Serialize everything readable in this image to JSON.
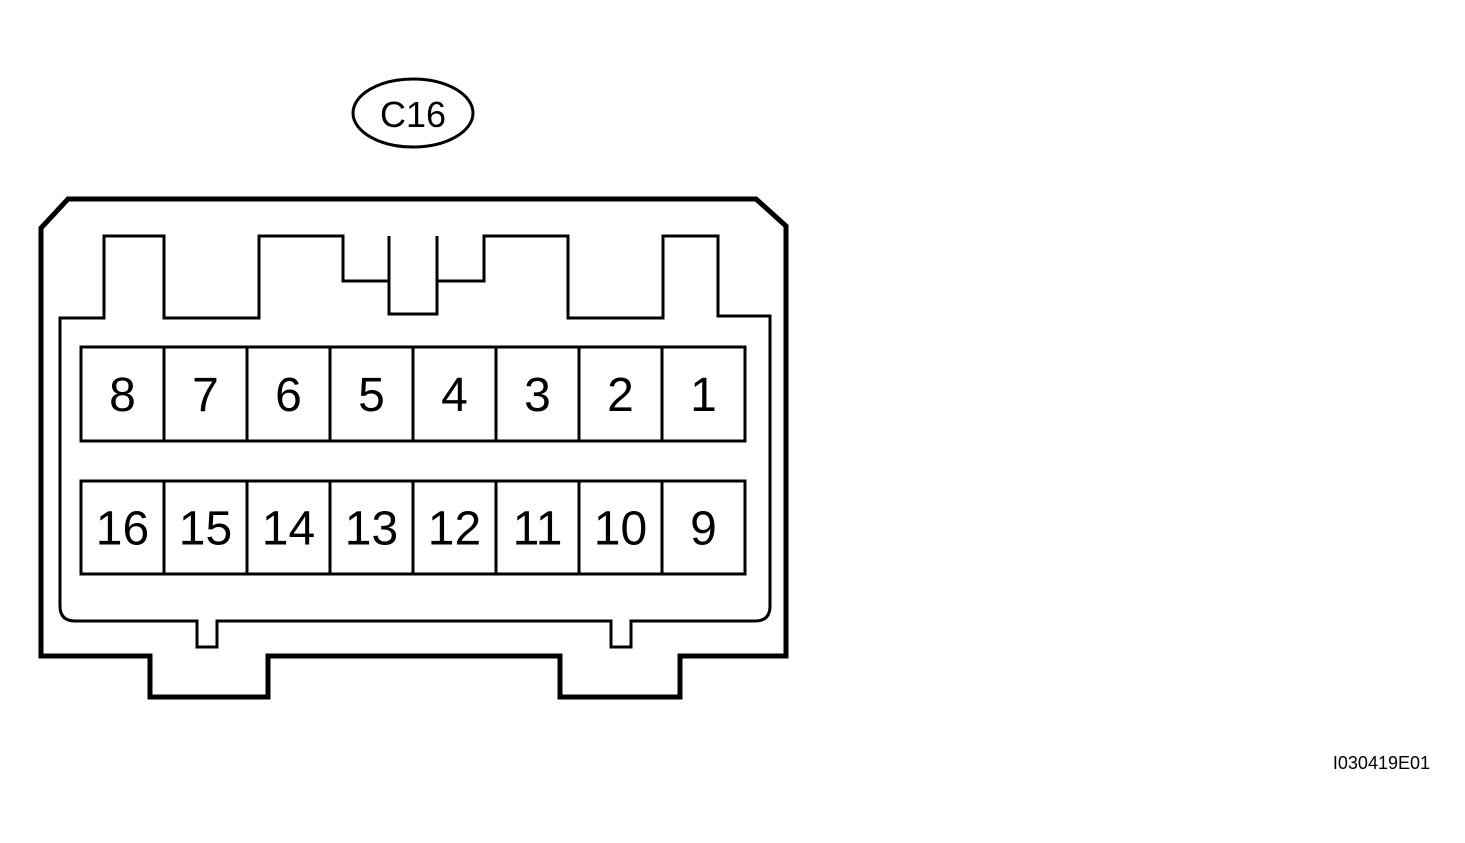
{
  "connector": {
    "label": "C16",
    "pins_top_row": [
      "8",
      "7",
      "6",
      "5",
      "4",
      "3",
      "2",
      "1"
    ],
    "pins_bottom_row": [
      "16",
      "15",
      "14",
      "13",
      "12",
      "11",
      "10",
      "9"
    ]
  },
  "image_code": "I030419E01",
  "colors": {
    "line": "#000000",
    "background": "#ffffff"
  }
}
